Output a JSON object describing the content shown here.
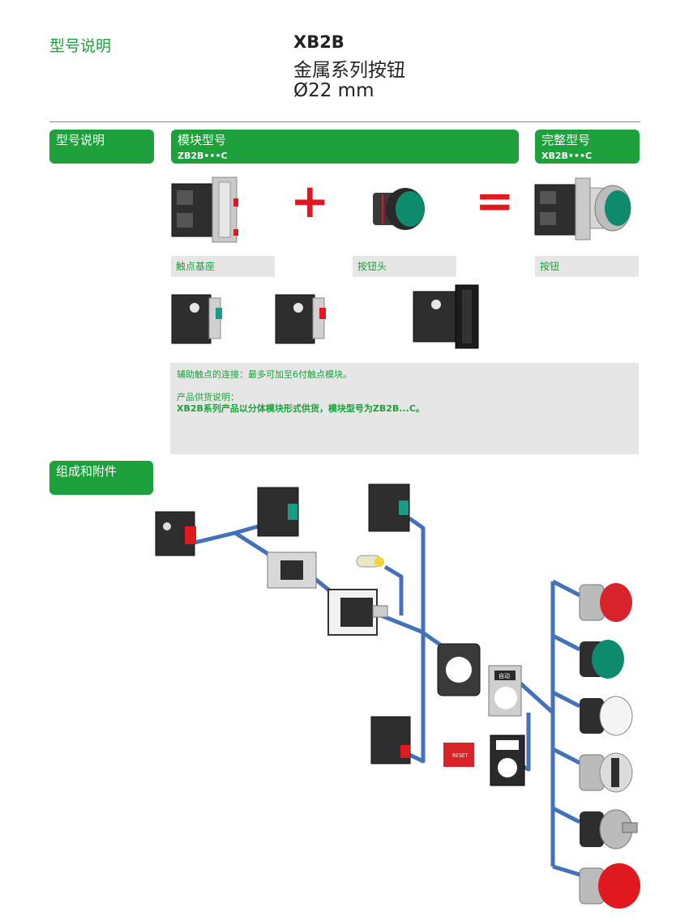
{
  "header": {
    "section_label": "型号说明",
    "model": "XB2B",
    "subtitle": "金属系列按钮",
    "diameter": "Ø22 mm"
  },
  "model_section": {
    "tag": "型号说明",
    "module_tag": {
      "title": "模块型号",
      "code": "ZB2B•••C"
    },
    "complete_tag": {
      "title": "完整型号",
      "code": "XB2B•••C"
    },
    "captions": {
      "base": "触点基座",
      "head": "按钮头",
      "button": "按钮"
    },
    "plus_symbol": "+",
    "equals_symbol": "="
  },
  "note": {
    "line1": "辅助触点的连接：最多可加至6付触点模块。",
    "line2": "产品供货说明：",
    "line3": "XB2B系列产品以分体模块形式供货，模块型号为ZB2B...C。"
  },
  "accessories_section": {
    "tag": "组成和附件",
    "legend_label": "自动",
    "reset_label": "RESET"
  },
  "colors": {
    "brand_green": "#1ea03c",
    "connector_blue": "#4472b8",
    "symbol_red": "#e0191f"
  }
}
